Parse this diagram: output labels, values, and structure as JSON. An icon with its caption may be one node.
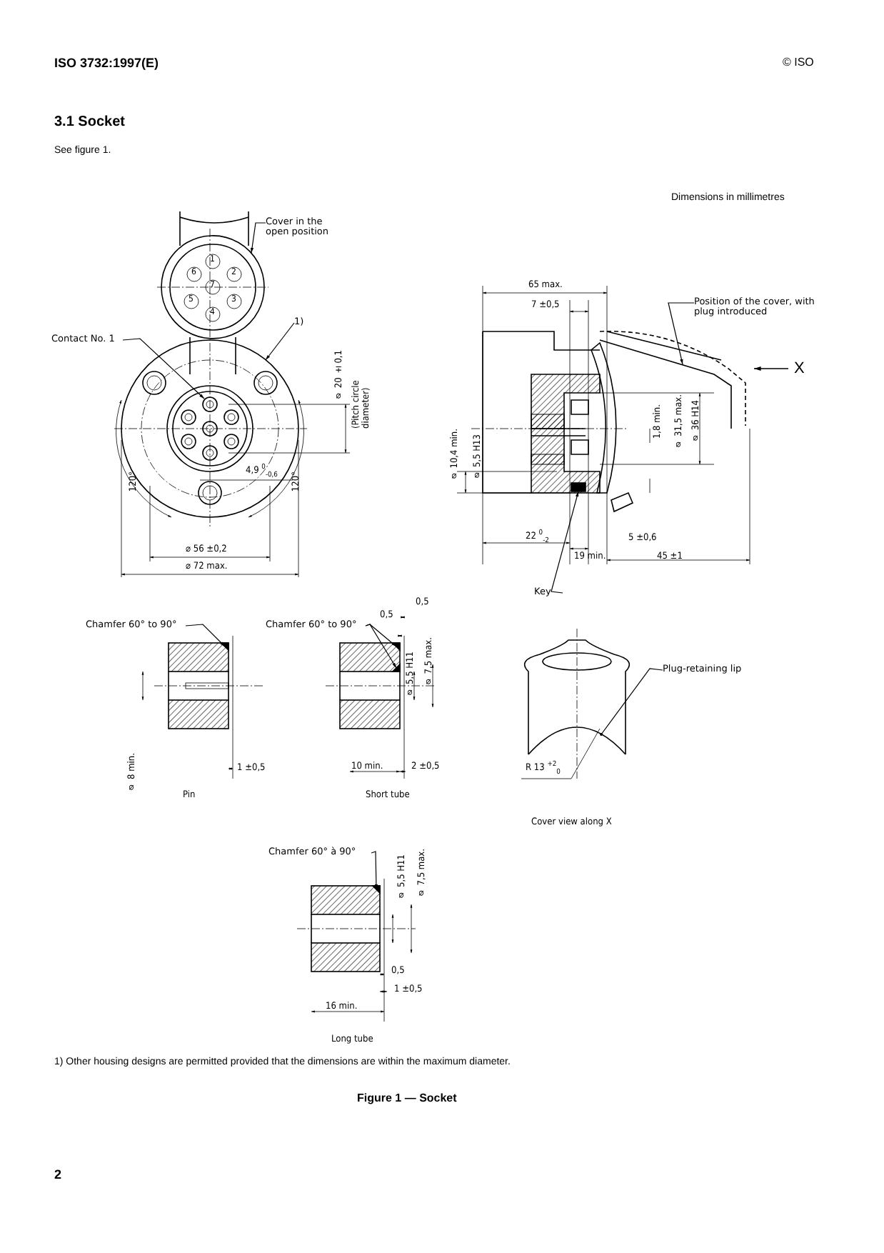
{
  "diagram": {
    "title": "3.1 Socket",
    "caption": "Figure 1 — Socket",
    "nodes": [
      {
        "text": [
          "Cover in the open position"
        ]
      },
      {
        "text": [
          "Position of the cover, with plug introduced"
        ]
      },
      {
        "text": [
          "1)"
        ]
      },
      {
        "text": [
          "Contact No. 1"
        ]
      },
      {
        "text": [
          "Key"
        ]
      },
      {
        "text": [
          "Chamfer 60° to 90°"
        ]
      },
      {
        "text": [
          "Chamfer 60° to 90°"
        ]
      },
      {
        "text": [
          "Plug-retaining lip"
        ]
      },
      {
        "text": [
          "Chamfer 60° à 90°"
        ]
      },
      {
        "text": [],
        "shape": "picture"
      },
      {
        "text": [],
        "shape": "picture"
      },
      {
        "text": [],
        "shape": "circle"
      },
      {
        "text": [],
        "shape": "circle",
        "in": 11
      },
      {
        "text": [],
        "shape": "box"
      },
      {
        "text": [],
        "shape": "picture"
      },
      {
        "text": [],
        "shape": "picture"
      },
      {
        "text": [],
        "shape": "picture"
      },
      {
        "text": [],
        "shape": "picture",
        "beside": [
          "R 13 $^{+2}$$_{0}$"
        ]
      },
      {
        "text": [],
        "shape": "picture"
      }
    ],
    "edges": [
      {
        "from": 0,
        "to": 9,
        "arrow": "to"
      },
      {
        "from": 1,
        "to": 10,
        "arrow": "to"
      },
      {
        "from": 2,
        "to": 11,
        "arrow": "to"
      },
      {
        "from": 3,
        "to": 12,
        "arrow": "to"
      },
      {
        "from": 4,
        "to": 13,
        "arrow": "to"
      },
      {
        "from": 5,
        "to": 14,
        "arrow": "to"
      },
      {
        "from": 6,
        "to": 15,
        "arrow": "to"
      },
      {
        "from": 6,
        "to": 16,
        "arrow": "to"
      },
      {
        "from": 7,
        "to": 17,
        "arrow": "other"
      },
      {
        "from": 8,
        "to": 18,
        "arrow": "to"
      }
    ],
    "labels": [
      "ISO 3732:1997(E)",
      "© ISO",
      "See figure 1.",
      "Dimensions in millimetres",
      "1",
      "6",
      "2",
      "7",
      "5",
      "3",
      "4",
      "⌀ 20 ±0,1",
      "(Pitch circle diameter)",
      "120°",
      "4,9 $^{0}$$_{-0,6}$",
      "120°",
      "⌀ 56 ±0,2",
      "⌀ 72 max.",
      "65 max.",
      "7 ±0,5",
      "X",
      "⌀ 10,4 min.",
      "⌀ 5,5 H13",
      "1,8 min.",
      "⌀ 31,5 max.",
      "⌀ 36 H14",
      "22 $^{0}$$_{-2}$",
      "5 ±0,6",
      "19 min.",
      "45 ±1",
      "0,5",
      "0,5",
      "⌀ 5,5 H11",
      "⌀ 7,5 max.",
      "⌀ 8 min.",
      "1 ±0,5",
      "10 min.",
      "2 ±0,5",
      "Pin",
      "Short tube",
      "Cover view along X",
      "⌀ 5,5 H11",
      "⌀ 7,5 max.",
      "0,5",
      "1 ±0,5",
      "16 min.",
      "Long tube",
      "1) Other housing designs are permitted provided that the dimensions are within the maximum diameter.",
      "2"
    ]
  }
}
